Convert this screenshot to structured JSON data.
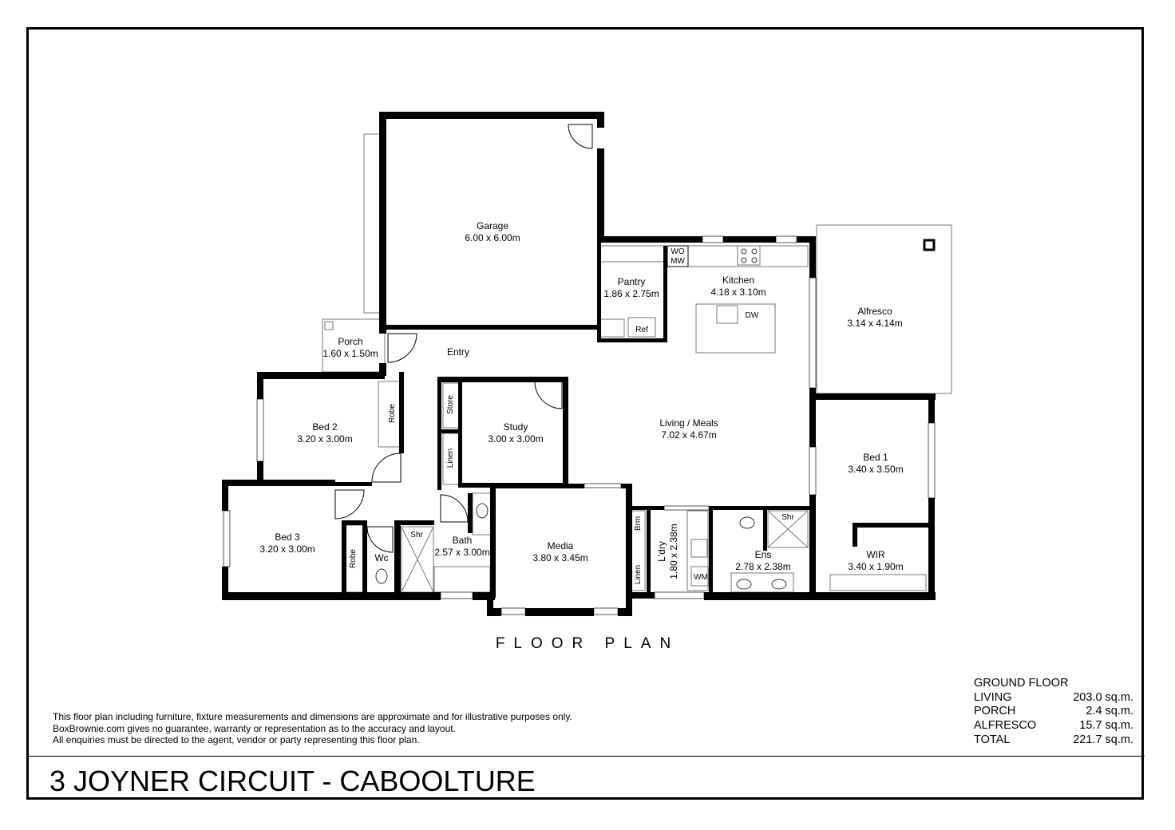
{
  "rooms": {
    "garage": {
      "name": "Garage",
      "dims": "6.00 x 6.00m"
    },
    "pantry": {
      "name": "Pantry",
      "dims": "1.86 x 2.75m"
    },
    "kitchen": {
      "name": "Kitchen",
      "dims": "4.18 x 3.10m"
    },
    "alfresco": {
      "name": "Alfresco",
      "dims": "3.14 x 4.14m"
    },
    "porch": {
      "name": "Porch",
      "dims": "1.60 x 1.50m"
    },
    "entry": {
      "name": "Entry"
    },
    "bed2": {
      "name": "Bed 2",
      "dims": "3.20 x 3.00m"
    },
    "study": {
      "name": "Study",
      "dims": "3.00 x 3.00m"
    },
    "living": {
      "name": "Living / Meals",
      "dims": "7.02 x 4.67m"
    },
    "bed1": {
      "name": "Bed 1",
      "dims": "3.40 x 3.50m"
    },
    "bed3": {
      "name": "Bed 3",
      "dims": "3.20 x 3.00m"
    },
    "wc": {
      "name": "Wc"
    },
    "bath": {
      "name": "Bath",
      "dims": "2.57 x 3.00m"
    },
    "media": {
      "name": "Media",
      "dims": "3.80 x 3.45m"
    },
    "laundry": {
      "name": "L'dry",
      "dims": "1.80 x 2.38m"
    },
    "ens": {
      "name": "Ens",
      "dims": "2.78 x 2.38m"
    },
    "wir": {
      "name": "WIR",
      "dims": "3.40 x 1.90m"
    }
  },
  "fixtures": {
    "wo": "WO",
    "mw": "MW",
    "ref": "Ref",
    "dw": "DW",
    "robe": "Robe",
    "store": "Store",
    "linen": "Linen",
    "shr": "Shr",
    "brm": "Brm",
    "wm": "WM"
  },
  "plan_heading": "FLOOR PLAN",
  "disclaimer": [
    "This floor plan including furniture, fixture measurements and dimensions are approximate and for illustrative purposes only.",
    "BoxBrownie.com gives no guarantee, warranty or representation as to the accuracy and layout.",
    "All enquiries must be directed to the agent, vendor or party representing this floor plan."
  ],
  "areas": {
    "heading": "GROUND FLOOR",
    "rows": [
      {
        "label": "LIVING",
        "value": "203.0 sq.m."
      },
      {
        "label": "PORCH",
        "value": "2.4 sq.m."
      },
      {
        "label": "ALFRESCO",
        "value": "15.7 sq.m."
      },
      {
        "label": "TOTAL",
        "value": "221.7 sq.m."
      }
    ]
  },
  "address": "3 JOYNER CIRCUIT - CABOOLTURE"
}
